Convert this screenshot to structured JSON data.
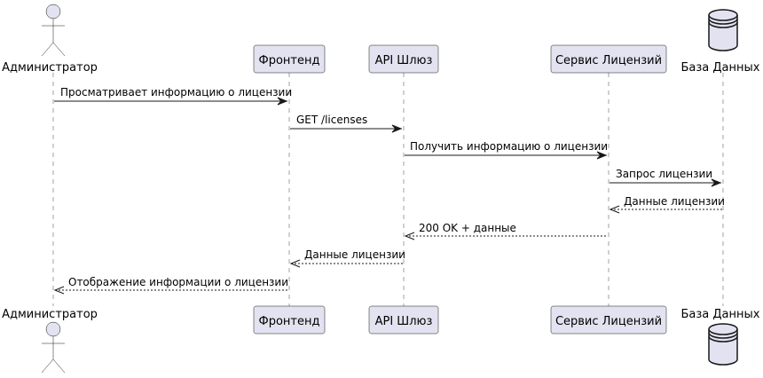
{
  "participants": {
    "admin": {
      "label": "Администратор",
      "kind": "actor"
    },
    "frontend": {
      "label": "Фронтенд",
      "kind": "participant"
    },
    "gateway": {
      "label": "API Шлюз",
      "kind": "participant"
    },
    "license": {
      "label": "Сервис Лицензий",
      "kind": "participant"
    },
    "database": {
      "label": "База Данных",
      "kind": "database"
    }
  },
  "messages": [
    {
      "from": "admin",
      "to": "frontend",
      "label": "Просматривает информацию о лицензии",
      "style": "solid"
    },
    {
      "from": "frontend",
      "to": "gateway",
      "label": "GET /licenses",
      "style": "solid"
    },
    {
      "from": "gateway",
      "to": "license",
      "label": "Получить информацию о лицензии",
      "style": "solid"
    },
    {
      "from": "license",
      "to": "database",
      "label": "Запрос лицензии",
      "style": "solid"
    },
    {
      "from": "database",
      "to": "license",
      "label": "Данные лицензии",
      "style": "dashed"
    },
    {
      "from": "license",
      "to": "gateway",
      "label": "200 OK + данные",
      "style": "dashed"
    },
    {
      "from": "gateway",
      "to": "frontend",
      "label": "Данные лицензии",
      "style": "dashed"
    },
    {
      "from": "frontend",
      "to": "admin",
      "label": "Отображение информации о лицензии",
      "style": "dashed"
    }
  ],
  "colors": {
    "participant_fill": "#e2e2f0",
    "stroke": "#181818",
    "lifeline": "#a0a0a0"
  }
}
